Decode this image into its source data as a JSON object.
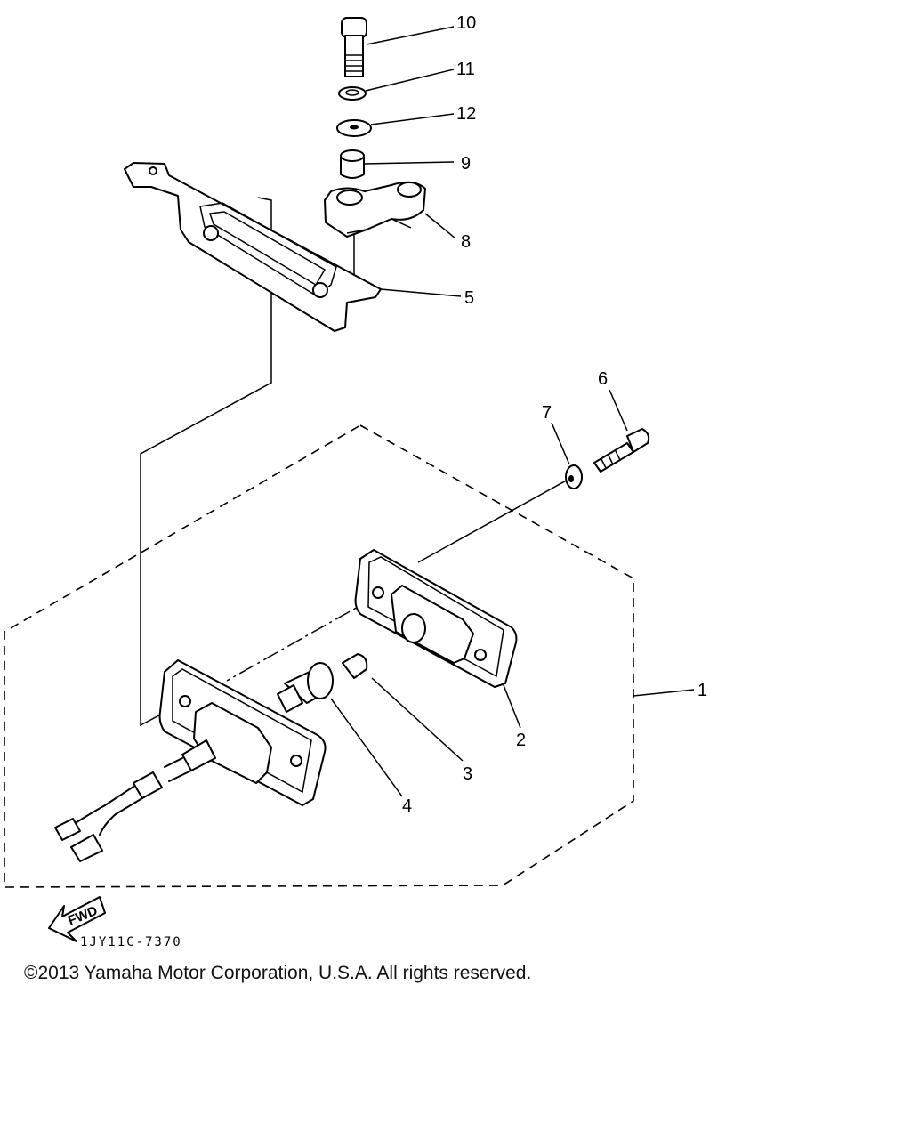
{
  "callouts": {
    "c1": "1",
    "c2": "2",
    "c3": "3",
    "c4": "4",
    "c5": "5",
    "c6": "6",
    "c7": "7",
    "c8": "8",
    "c9": "9",
    "c10": "10",
    "c11": "11",
    "c12": "12"
  },
  "fwd_label": "FWD",
  "diagram_ref": "1JY11C-7370",
  "copyright": "©2013 Yamaha Motor Corporation, U.S.A. All rights reserved."
}
